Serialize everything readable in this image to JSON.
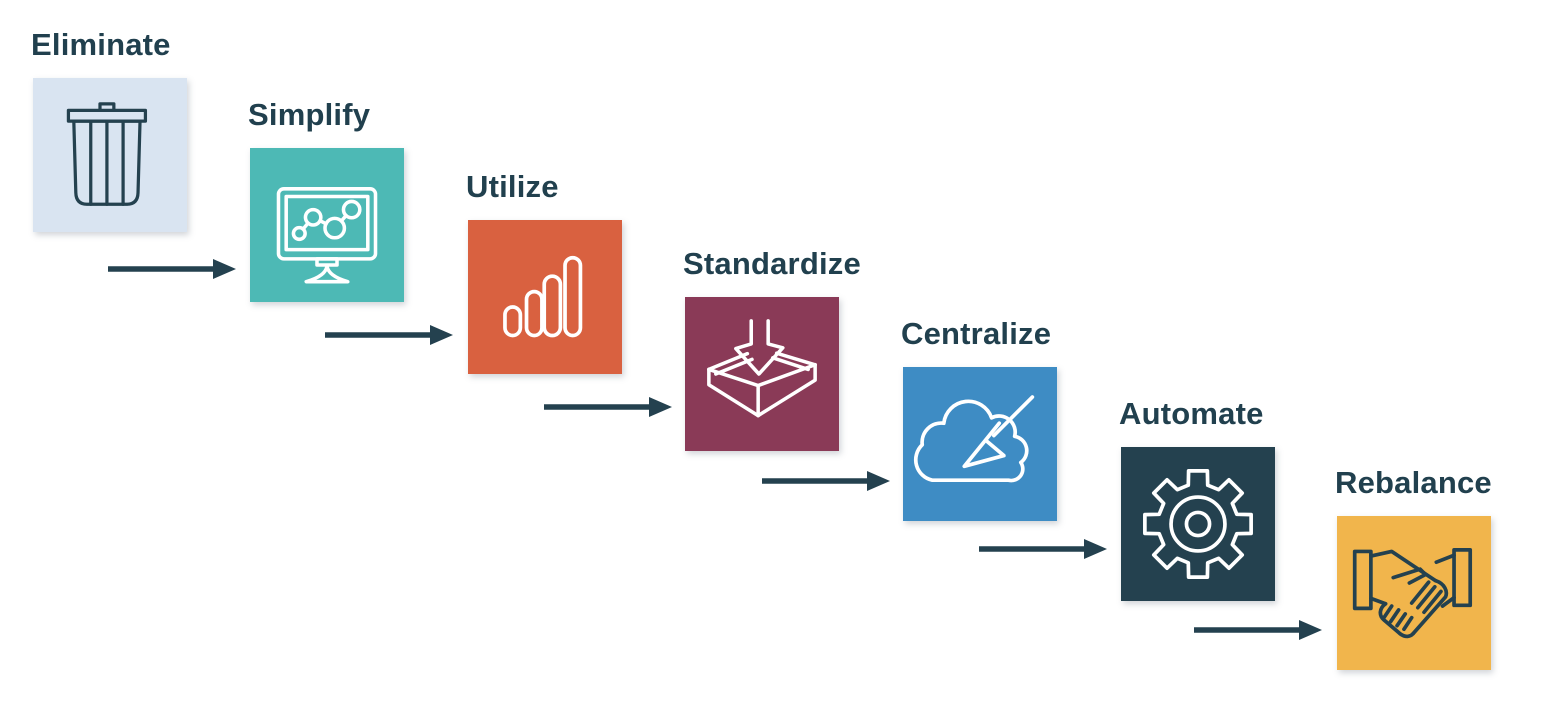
{
  "diagram": {
    "background": "#ffffff",
    "label_color": "#21404e",
    "arrow_color": "#24414f",
    "steps": [
      {
        "label": "Eliminate",
        "color": "#d9e4f1",
        "icon": "trash-icon",
        "icon_color": "#24414f"
      },
      {
        "label": "Simplify",
        "color": "#4db9b5",
        "icon": "monitor-chart-icon",
        "icon_color": "#ffffff"
      },
      {
        "label": "Utilize",
        "color": "#d96140",
        "icon": "bar-chart-icon",
        "icon_color": "#ffffff"
      },
      {
        "label": "Standardize",
        "color": "#8a3a57",
        "icon": "box-receive-icon",
        "icon_color": "#ffffff"
      },
      {
        "label": "Centralize",
        "color": "#3e8cc4",
        "icon": "cloud-arrow-icon",
        "icon_color": "#ffffff"
      },
      {
        "label": "Automate",
        "color": "#24414f",
        "icon": "gear-icon",
        "icon_color": "#ffffff"
      },
      {
        "label": "Rebalance",
        "color": "#f1b54c",
        "icon": "handshake-icon",
        "icon_color": "#24414f"
      }
    ],
    "arrow_count": 6
  }
}
